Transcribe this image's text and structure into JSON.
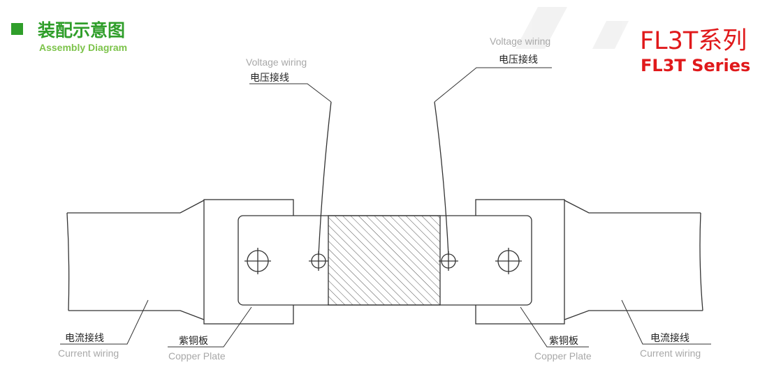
{
  "header": {
    "title_cn": "装配示意图",
    "title_en": "Assembly Diagram"
  },
  "series": {
    "name_cn": "FL3T系列",
    "name_en": "FL3T Series"
  },
  "labels": {
    "voltage_wiring_cn": "电压接线",
    "voltage_wiring_en": "Voltage wiring",
    "current_wiring_cn": "电流接线",
    "current_wiring_en": "Current wiring",
    "copper_plate_cn": "紫铜板",
    "copper_plate_en": "Copper Plate"
  },
  "colors": {
    "title_green": "#2f9e2a",
    "subtitle_green": "#7cc34a",
    "series_red": "#e0191b",
    "english_gray": "#a8a8a8",
    "line": "#333333"
  }
}
